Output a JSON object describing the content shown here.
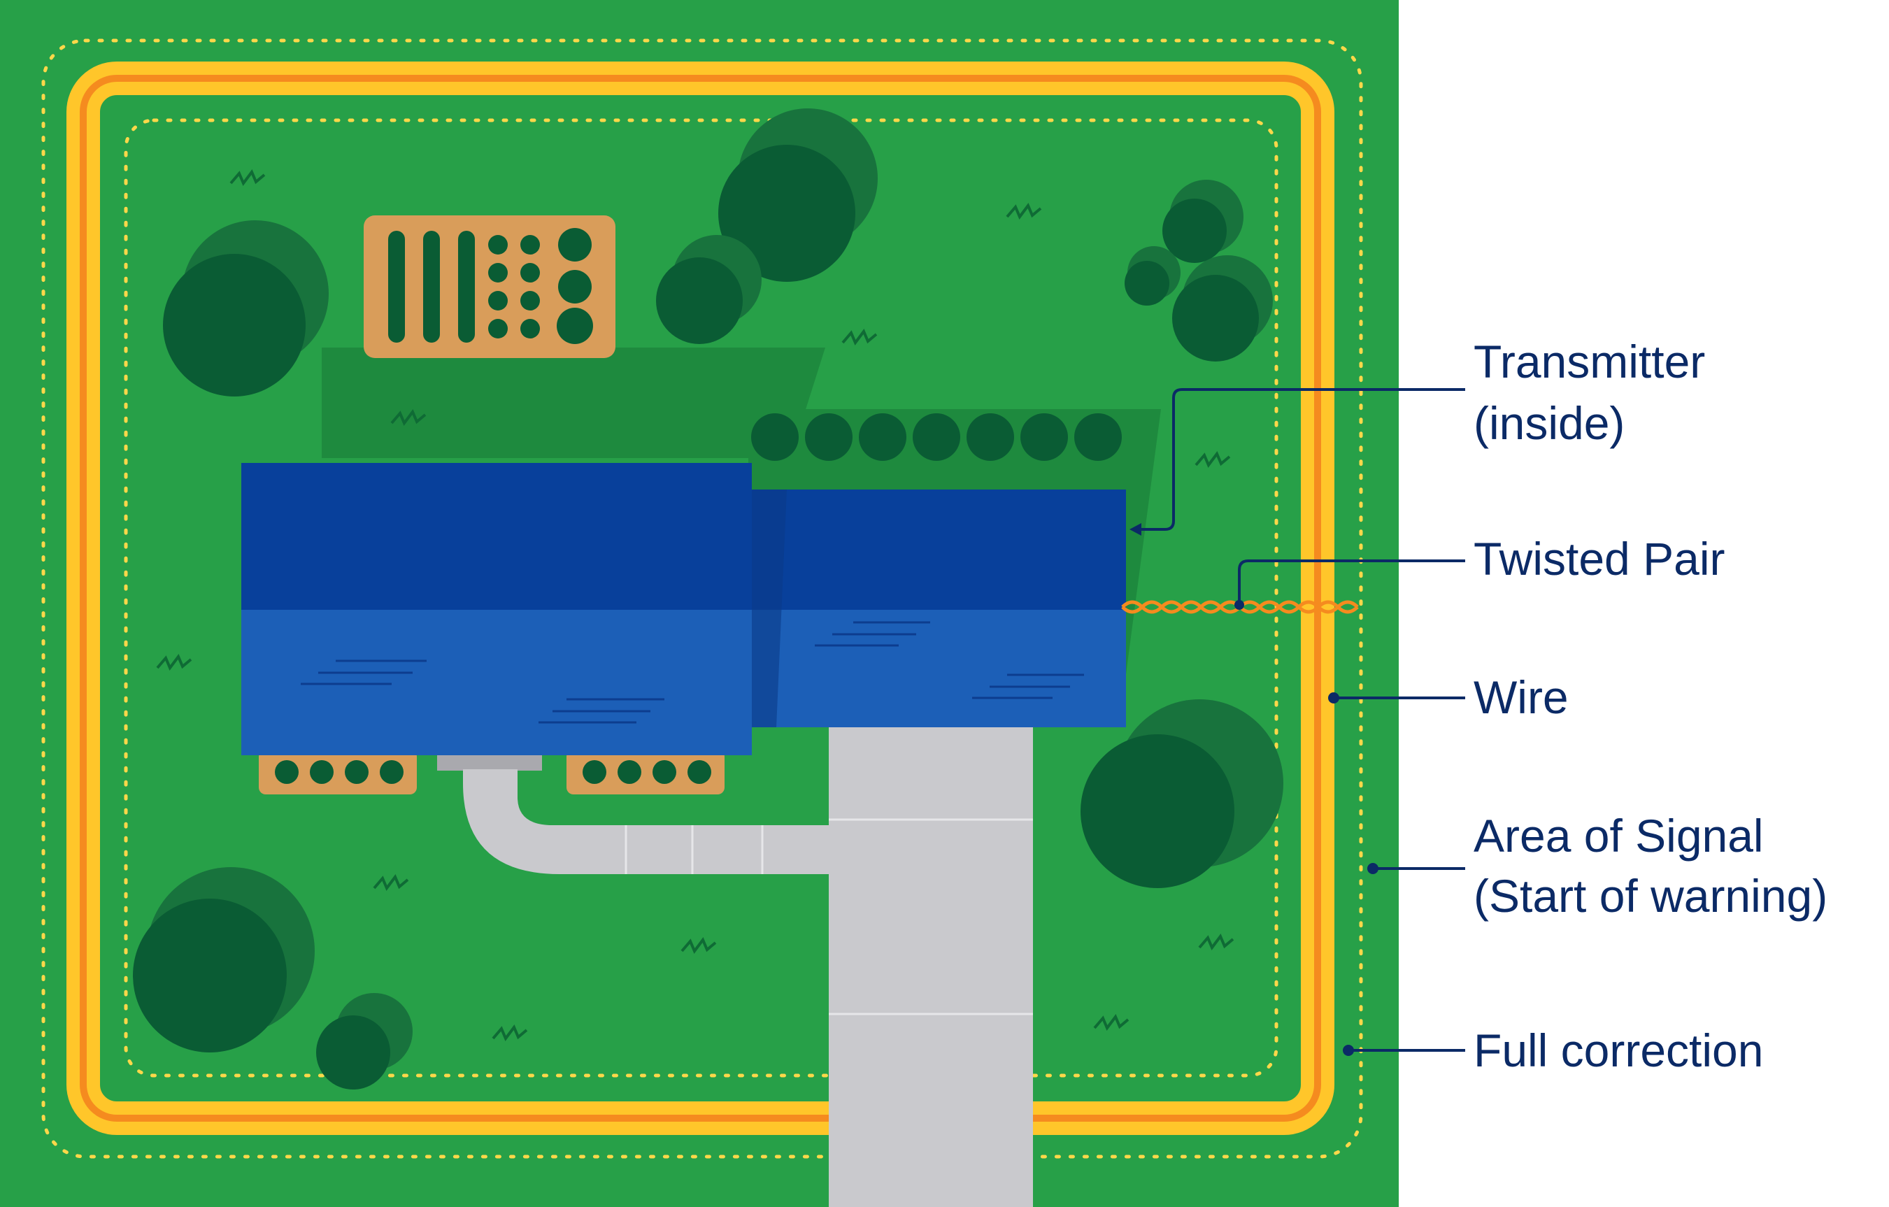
{
  "colors": {
    "grass": "#27a048",
    "grass_dark": "#1e8a3e",
    "boundary_yellow": "#ffc62a",
    "boundary_orange": "#f58b1f",
    "signal_dots": "#ffd84a",
    "house_roof_dark": "#08409b",
    "house_roof_light": "#1c5fb7",
    "tree_dark": "#0a5c34",
    "tree_shadow": "#18733d",
    "garden_bed": "#d99d5a",
    "walkway": "#c9c9cd",
    "label_text": "#0b2a66",
    "leader_line": "#0b2a66"
  },
  "legend": {
    "transmitter_line1": "Transmitter",
    "transmitter_line2": "(inside)",
    "twisted_pair": "Twisted Pair",
    "wire": "Wire",
    "signal_line1": "Area of Signal",
    "signal_line2": "(Start of warning)",
    "full_correction": "Full correction"
  },
  "icons": [
    "tree-icon",
    "shrub-icon",
    "garden-bed-icon",
    "house-roof-icon",
    "walkway-icon",
    "grass-tuft-icon"
  ]
}
